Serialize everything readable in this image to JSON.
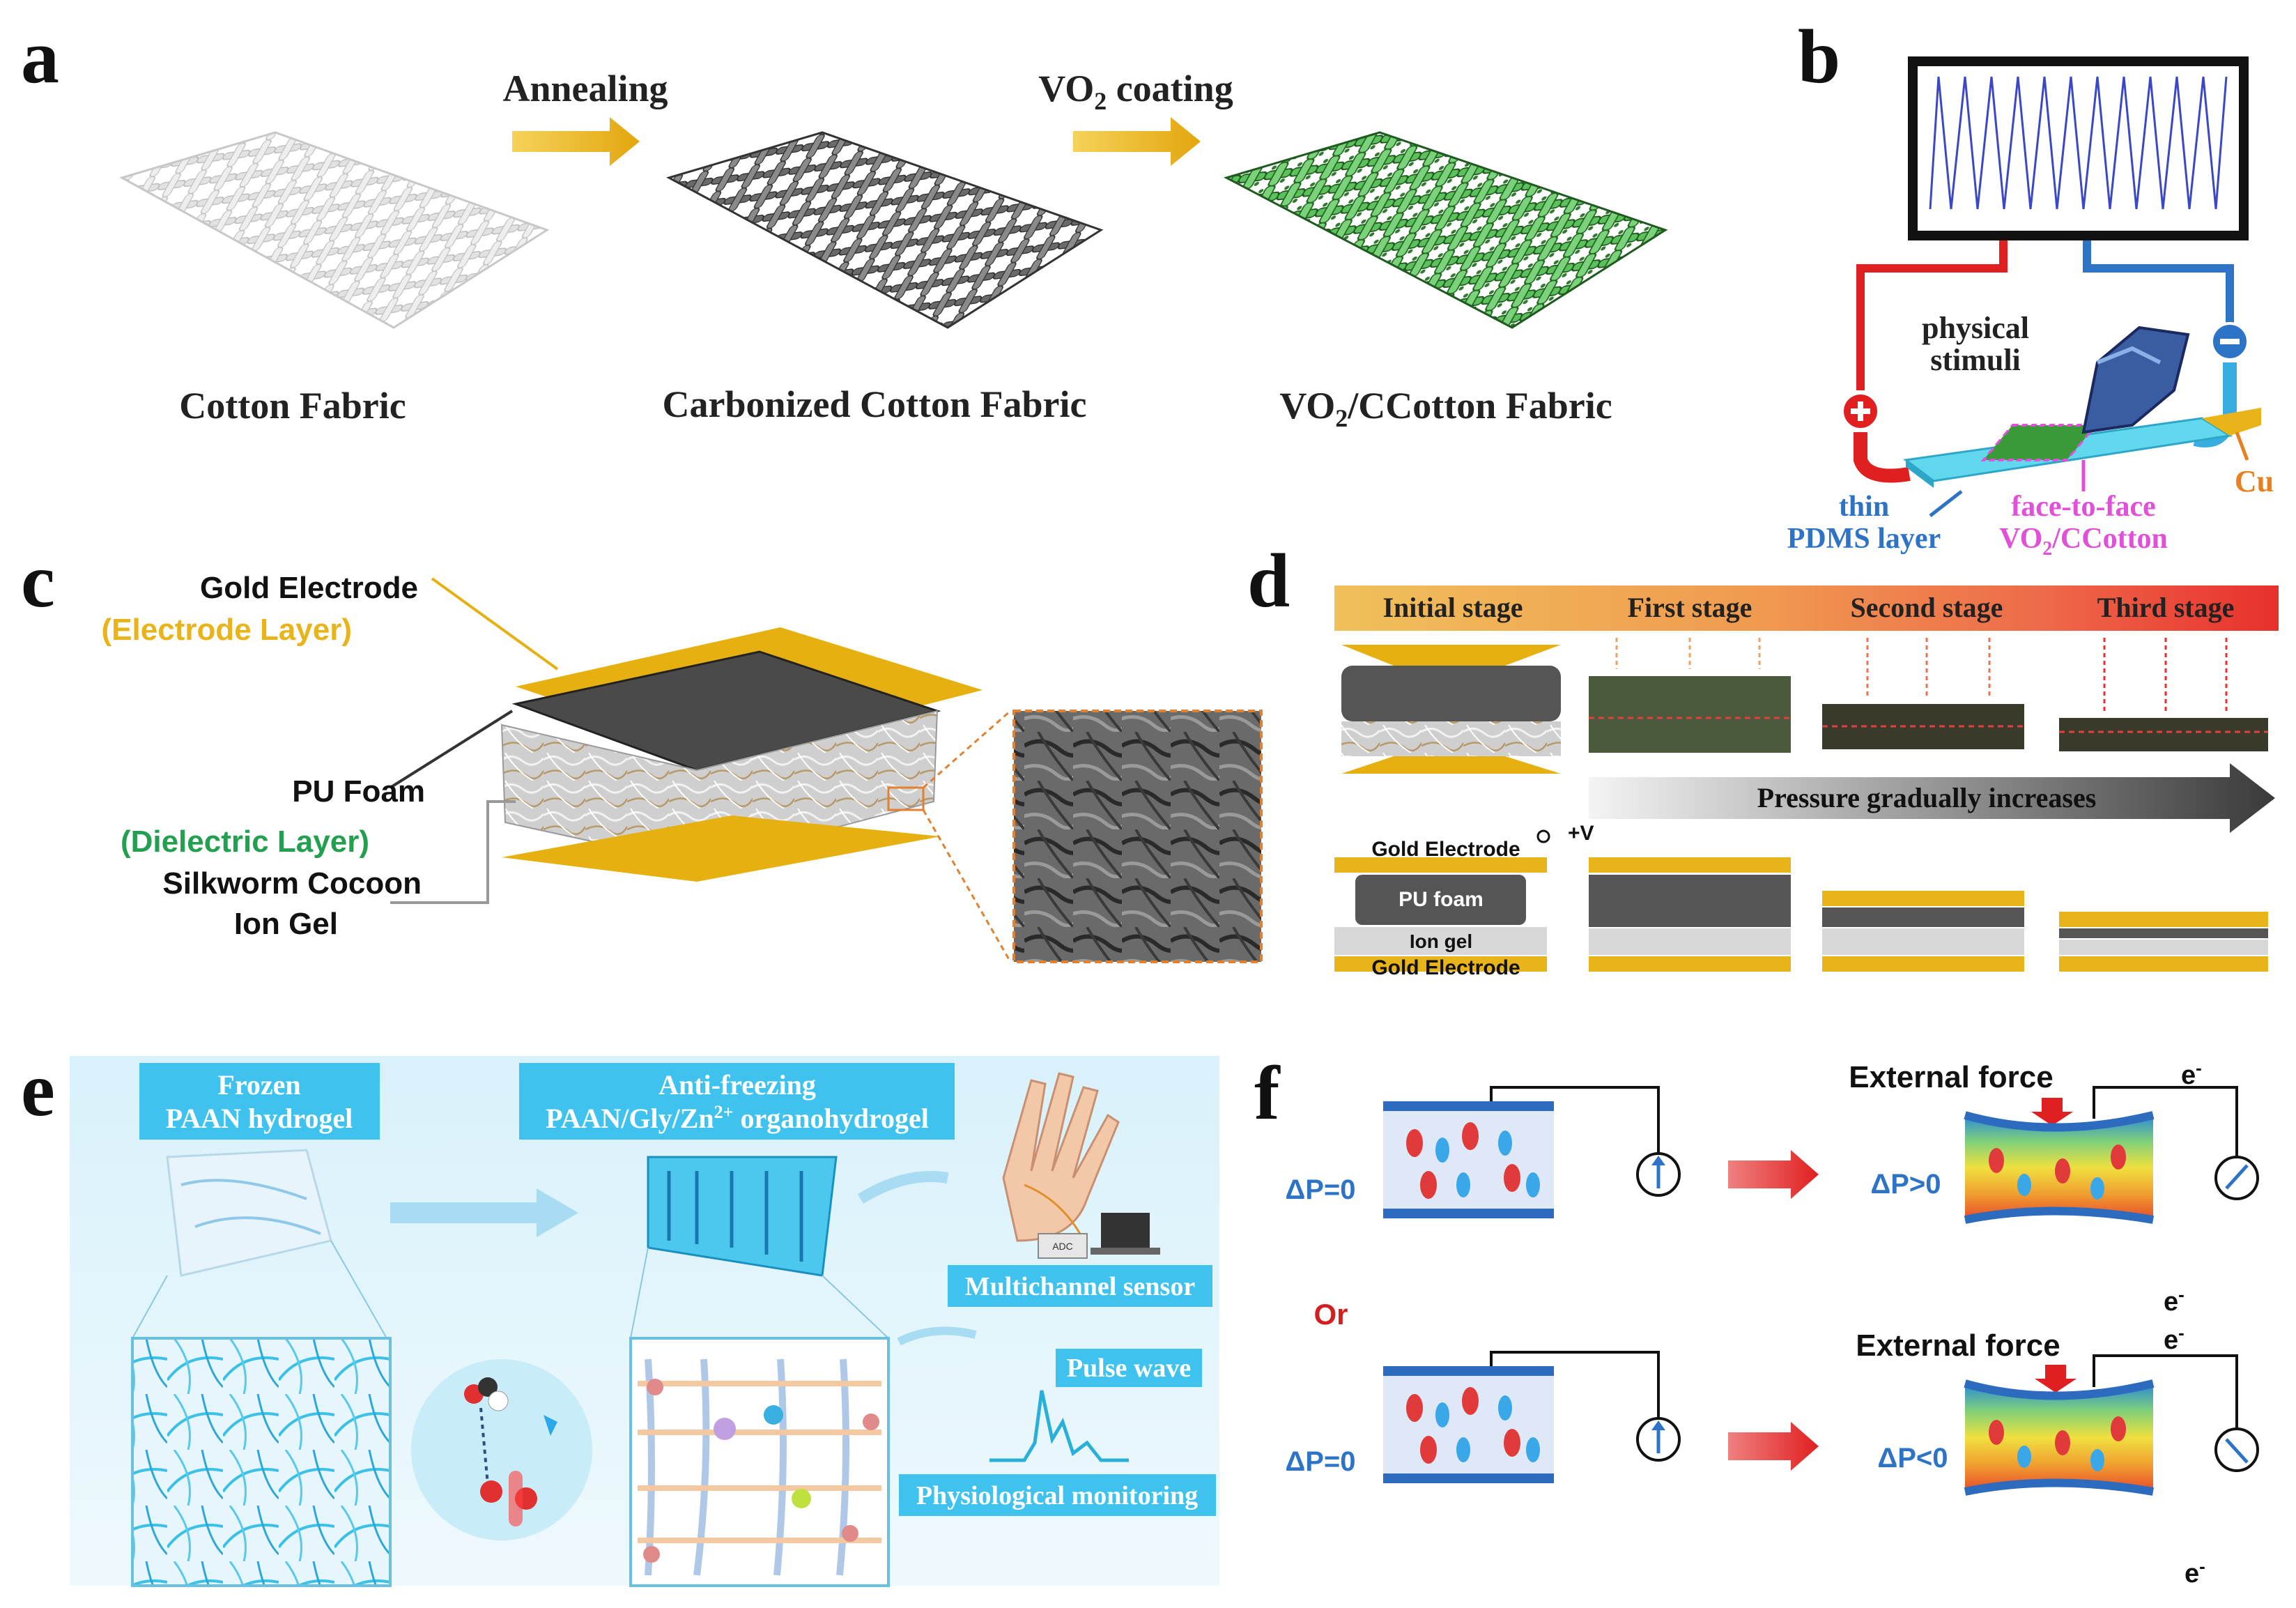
{
  "colors": {
    "gold": "#e8b419",
    "red": "#e8302c",
    "blue": "#2d74c6",
    "cyan_box": "#3fc3ee",
    "green_fabric": "#3a9a3a",
    "magenta": "#e050d8",
    "orange": "#e88020"
  },
  "panels": {
    "a": {
      "letter": "a",
      "step1": "Annealing",
      "step2_main": "VO",
      "step2_sub": "2",
      "step2_rest": " coating",
      "fabric1": "Cotton Fabric",
      "fabric2": "Carbonized Cotton Fabric",
      "fabric3_main": "VO",
      "fabric3_sub": "2",
      "fabric3_rest": "/CCotton Fabric"
    },
    "b": {
      "letter": "b",
      "stimuli_1": "physical",
      "stimuli_2": "stimuli",
      "pdms_1": "thin",
      "pdms_2": "PDMS layer",
      "face_1": "face-to-face",
      "face_2_main": "VO",
      "face_2_sub": "2",
      "face_2_rest": "/CCotton",
      "cu": "Cu",
      "plus_icon": "plus-terminal-icon",
      "minus_icon": "minus-terminal-icon"
    },
    "c": {
      "letter": "c",
      "gold_electrode": "Gold Electrode",
      "electrode_layer": "(Electrode Layer)",
      "pu_foam": "PU Foam",
      "dielectric_layer": "(Dielectric Layer)",
      "cocoon": "Silkworm Cocoon",
      "ion_gel": "Ion Gel"
    },
    "d": {
      "letter": "d",
      "stages": [
        "Initial stage",
        "First stage",
        "Second stage",
        "Third stage"
      ],
      "pressure": "Pressure gradually increases",
      "gold_top": "Gold Electrode",
      "pu_foam": "PU foam",
      "ion_gel": "Ion gel",
      "gold_bottom": "Gold Electrode",
      "voltage": "+V"
    },
    "e": {
      "letter": "e",
      "frozen_1": "Frozen",
      "frozen_2": "PAAN hydrogel",
      "anti_1": "Anti-freezing",
      "anti_2_main": "PAAN/Gly/Zn",
      "anti_2_sup": "2+",
      "anti_2_rest": " organohydrogel",
      "multichannel": "Multichannel sensor",
      "pulse": "Pulse wave",
      "physio": "Physiological monitoring",
      "adc": "ADC"
    },
    "f": {
      "letter": "f",
      "dp0_top": "ΔP=0",
      "or": "Or",
      "dp0_bottom": "ΔP=0",
      "ext_force_top": "External force",
      "ext_force_bottom": "External force",
      "dp_gt": "ΔP>0",
      "dp_lt": "ΔP<0",
      "electron": "e",
      "electron_sup": "-"
    }
  }
}
